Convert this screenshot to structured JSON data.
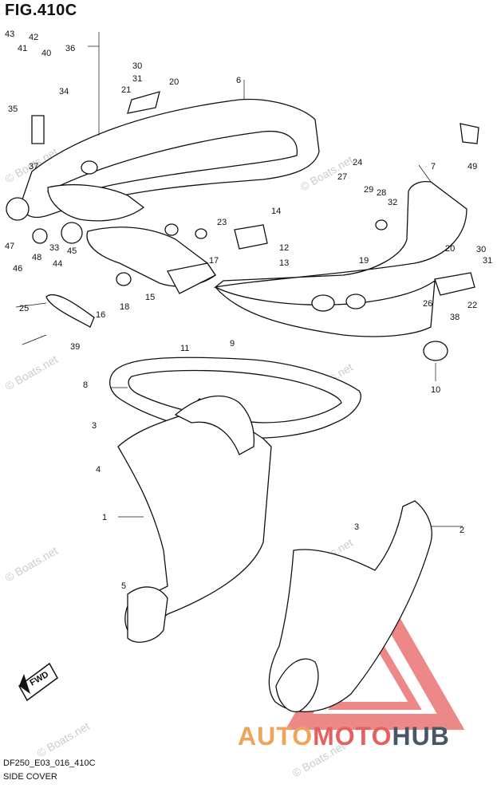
{
  "figure": {
    "title": "FIG.410C",
    "model_code": "DF250_E03_016_410C",
    "subtitle": "SIDE COVER"
  },
  "watermark": {
    "text": "© Boats.net",
    "brand_parts": [
      "AUTO",
      "MOTO",
      "HUB"
    ],
    "brand_colors": [
      "#f0a35a",
      "#e76060",
      "#4a5663"
    ]
  },
  "direction_arrow": {
    "text": "FWD"
  },
  "part_labels": [
    "43",
    "42",
    "41",
    "40",
    "36",
    "30",
    "31",
    "21",
    "20",
    "6",
    "34",
    "35",
    "37",
    "49",
    "27",
    "24",
    "29",
    "28",
    "32",
    "7",
    "23",
    "47",
    "33",
    "48",
    "46",
    "45",
    "44",
    "14",
    "12",
    "13",
    "19",
    "17",
    "20",
    "31",
    "30",
    "26",
    "25",
    "39",
    "16",
    "18",
    "15",
    "22",
    "38",
    "11",
    "9",
    "10",
    "8",
    "3",
    "4",
    "1",
    "2",
    "3",
    "5"
  ]
}
